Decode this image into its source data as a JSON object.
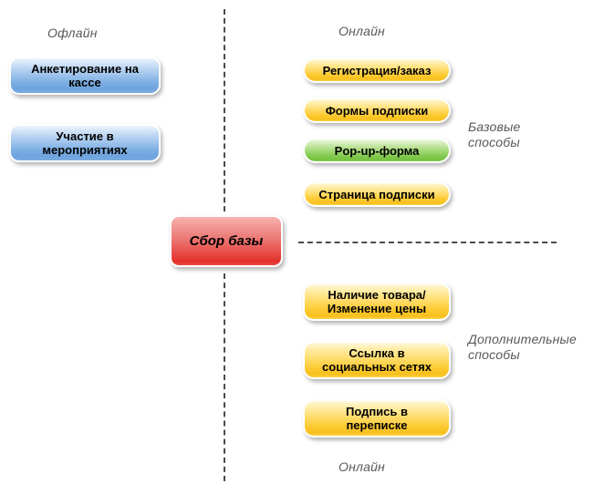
{
  "diagram": {
    "title_center": "Сбор базы",
    "captions": {
      "offline_top": "Офлайн",
      "online_top": "Онлайн",
      "online_bottom": "Онлайн",
      "basic_methods": "Базовые\nспособы",
      "additional_methods": "Дополнительные\nспособы"
    },
    "offline_nodes": [
      {
        "label": "Анкетирование на\nкассе",
        "color": "#7fb0e4"
      },
      {
        "label": "Участие в\nмероприятиях",
        "color": "#7fb0e4"
      }
    ],
    "online_basic_nodes": [
      {
        "label": "Регистрация/заказ",
        "color": "#fcc930"
      },
      {
        "label": "Формы подписки",
        "color": "#fcc930"
      },
      {
        "label": "Pop-up-форма",
        "color": "#87cb54"
      },
      {
        "label": "Страница подписки",
        "color": "#fcc930"
      }
    ],
    "online_additional_nodes": [
      {
        "label": "Наличие товара/\nИзменение цены",
        "color": "#fcc930"
      },
      {
        "label": "Ссылка в\nсоциальных сетях",
        "color": "#fcc930"
      },
      {
        "label": "Подпись в\nпереписке",
        "color": "#fcc930"
      }
    ],
    "colors": {
      "offline": "#7fb0e4",
      "online_basic": "#fcc930",
      "highlight": "#87cb54",
      "center": "#e8504c",
      "caption_text": "#58585a",
      "divider": "#4b4b4d",
      "background": "#ffffff"
    }
  }
}
